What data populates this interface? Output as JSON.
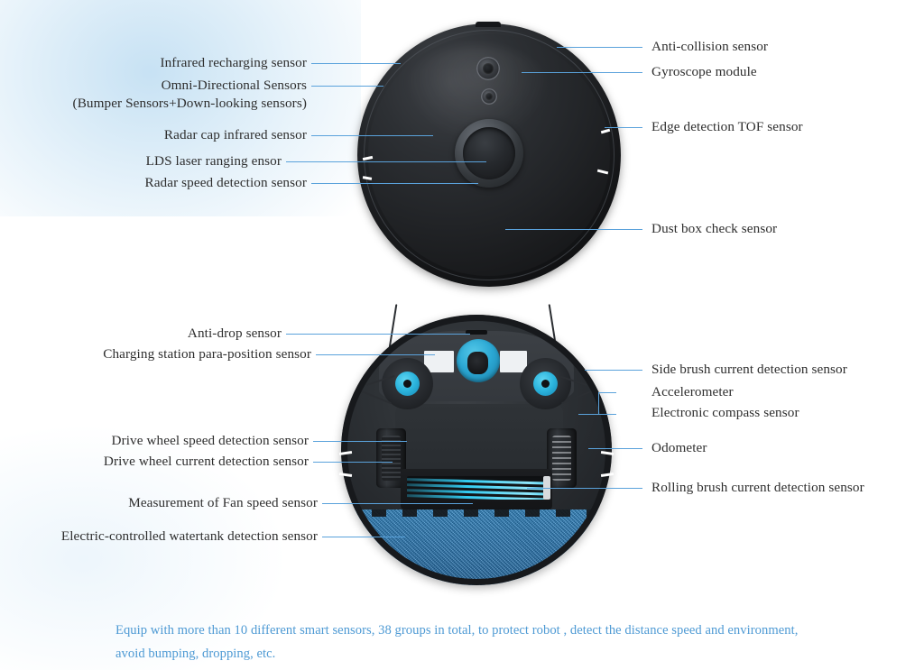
{
  "diagram": {
    "title": "Robot vacuum sensor diagram",
    "accent_line_color": "#5aa2db",
    "label_text_color": "#2e2e2e",
    "caption_color": "#4e9ad4"
  },
  "top_view": {
    "name": "robot-top-view",
    "labels_left": [
      {
        "id": "infrared-recharging-sensor",
        "text": "Infrared recharging sensor"
      },
      {
        "id": "omni-directional-sensors",
        "text": "Omni-Directional Sensors"
      },
      {
        "id": "omni-directional-sensors-sub",
        "text": "(Bumper Sensors+Down-looking sensors)"
      },
      {
        "id": "radar-cap-infrared-sensor",
        "text": "Radar cap infrared sensor"
      },
      {
        "id": "lds-laser-ranging-sensor",
        "text": "LDS laser ranging ensor"
      },
      {
        "id": "radar-speed-detection-sensor",
        "text": "Radar speed detection sensor"
      }
    ],
    "labels_right": [
      {
        "id": "anti-collision-sensor",
        "text": "Anti-collision sensor"
      },
      {
        "id": "gyroscope-module",
        "text": "Gyroscope module"
      },
      {
        "id": "edge-detection-tof-sensor",
        "text": "Edge detection TOF sensor"
      },
      {
        "id": "dust-box-check-sensor",
        "text": "Dust box check sensor"
      }
    ]
  },
  "bottom_view": {
    "name": "robot-bottom-view",
    "labels_left": [
      {
        "id": "anti-drop-sensor",
        "text": "Anti-drop sensor"
      },
      {
        "id": "charging-station-para-position-sensor",
        "text": "Charging station para-position sensor"
      },
      {
        "id": "drive-wheel-speed-detection-sensor",
        "text": "Drive wheel speed detection sensor"
      },
      {
        "id": "drive-wheel-current-detection-sensor",
        "text": "Drive wheel current detection sensor"
      },
      {
        "id": "measurement-of-fan-speed-sensor",
        "text": "Measurement of Fan speed sensor"
      },
      {
        "id": "electric-controlled-watertank-detection-sensor",
        "text": "Electric-controlled watertank detection sensor"
      }
    ],
    "labels_right": [
      {
        "id": "side-brush-current-detection-sensor",
        "text": "Side brush current detection sensor"
      },
      {
        "id": "accelerometer",
        "text": "Accelerometer"
      },
      {
        "id": "electronic-compass-sensor",
        "text": "Electronic compass sensor"
      },
      {
        "id": "odometer",
        "text": "Odometer"
      },
      {
        "id": "rolling-brush-current-detection-sensor",
        "text": "Rolling brush current detection sensor"
      }
    ]
  },
  "caption": {
    "line1": "Equip with more than 10 different smart sensors, 38 groups in total, to protect robot , detect the distance speed and environment,",
    "line2": "avoid bumping, dropping, etc."
  }
}
